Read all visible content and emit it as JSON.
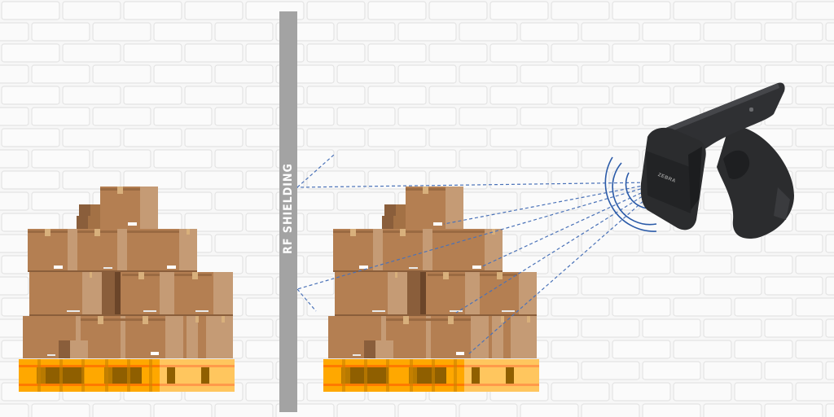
{
  "scene": {
    "title": "RFID reader with RF shielding illustration",
    "background": {
      "wall": "white brick",
      "color": "#f7f7f7",
      "mortar": "#e6e6e6"
    },
    "shield": {
      "label": "RF SHIELDING",
      "color": "#a3a3a3",
      "label_color": "#ffffff"
    },
    "scanner": {
      "brand": "ZEBRA",
      "body_color": "#2b2c2e",
      "highlight": "#4a4b4e"
    },
    "signal": {
      "wave_color": "#2a5aa8",
      "ray_color": "#4a72b8",
      "wave_count": 3
    },
    "stacks": [
      {
        "position": "left",
        "side": "behind-shield",
        "rows": 4,
        "pallet": "orange"
      },
      {
        "position": "right",
        "side": "in-range",
        "rows": 4,
        "pallet": "orange"
      }
    ],
    "colors": {
      "box": "#b47f52",
      "box_light": "#c59b75",
      "box_dark": "#7d5536",
      "tape": "#d8b07c",
      "pallet": "#ffa800",
      "pallet_light": "#ffc65e",
      "pallet_dark": "#8f5f00",
      "pallet_stripe": "#ff7a00"
    }
  }
}
